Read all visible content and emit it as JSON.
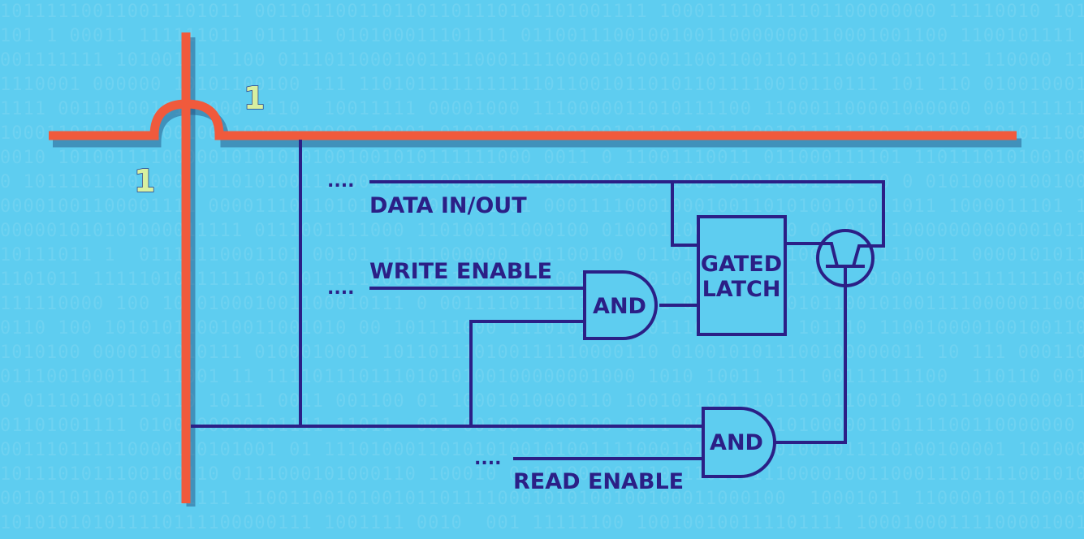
{
  "diagram": {
    "row_line_bit": "1",
    "column_line_bit": "1",
    "lead_dots": "....",
    "labels": {
      "data_in_out": "DATA IN/OUT",
      "write_enable": "WRITE ENABLE",
      "read_enable": "READ ENABLE"
    },
    "gates": {
      "and_top": "AND",
      "and_bottom": "AND",
      "latch_line1": "GATED",
      "latch_line2": "LATCH"
    }
  },
  "colors": {
    "background": "#5ecdf0",
    "wire": "#2b1f86",
    "grid_line": "#f05a3c",
    "bit_fill": "#d8f0a0"
  },
  "icons": [
    "transistor-icon"
  ]
}
